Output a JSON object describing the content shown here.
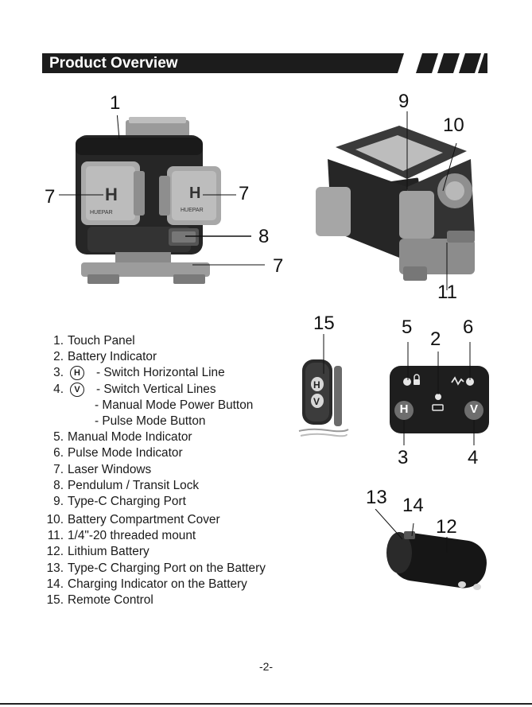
{
  "header": {
    "title": "Product Overview"
  },
  "callouts": {
    "c1": "1",
    "c7a": "7",
    "c7b": "7",
    "c8": "8",
    "c7c": "7",
    "c9": "9",
    "c10": "10",
    "c11": "11",
    "c15": "15",
    "c5": "5",
    "c2": "2",
    "c6": "6",
    "c3": "3",
    "c4": "4",
    "c13": "13",
    "c14": "14",
    "c12": "12"
  },
  "device_labels": {
    "brand": "HUEPAR",
    "window_letter": "H",
    "remote_h": "H",
    "remote_v": "V"
  },
  "panel": {
    "h_button": "H",
    "v_button": "V"
  },
  "legend": {
    "i1": {
      "n": "1.",
      "t": "Touch Panel"
    },
    "i2": {
      "n": "2.",
      "t": "Battery Indicator"
    },
    "i3": {
      "n": "3.",
      "badge": "H",
      "t": "- Switch Horizontal Line"
    },
    "i4": {
      "n": "4.",
      "badge": "V",
      "t": "- Switch Vertical Lines"
    },
    "i4b": "- Manual Mode Power Button",
    "i4c": "- Pulse Mode Button",
    "i5": {
      "n": "5.",
      "t": "Manual Mode Indicator"
    },
    "i6": {
      "n": "6.",
      "t": "Pulse Mode Indicator"
    },
    "i7": {
      "n": "7.",
      "t": "Laser Windows"
    },
    "i8": {
      "n": "8.",
      "t": "Pendulum / Transit Lock"
    },
    "i9": {
      "n": "9.",
      "t": "Type-C Charging Port"
    },
    "i10": {
      "n": "10.",
      "t": "Battery Compartment Cover"
    },
    "i11": {
      "n": "11.",
      "t": "1/4\"-20 threaded mount"
    },
    "i12": {
      "n": "12.",
      "t": "Lithium Battery"
    },
    "i13": {
      "n": "13.",
      "t": "Type-C Charging Port on the Battery"
    },
    "i14": {
      "n": "14.",
      "t": "Charging Indicator on the Battery"
    },
    "i15": {
      "n": "15.",
      "t": "Remote Control"
    }
  },
  "page_number": "-2-",
  "colors": {
    "header_bg": "#1c1c1c",
    "header_text": "#ffffff",
    "panel_bg": "#1e1e1e",
    "button_gray": "#6e6e6e"
  }
}
